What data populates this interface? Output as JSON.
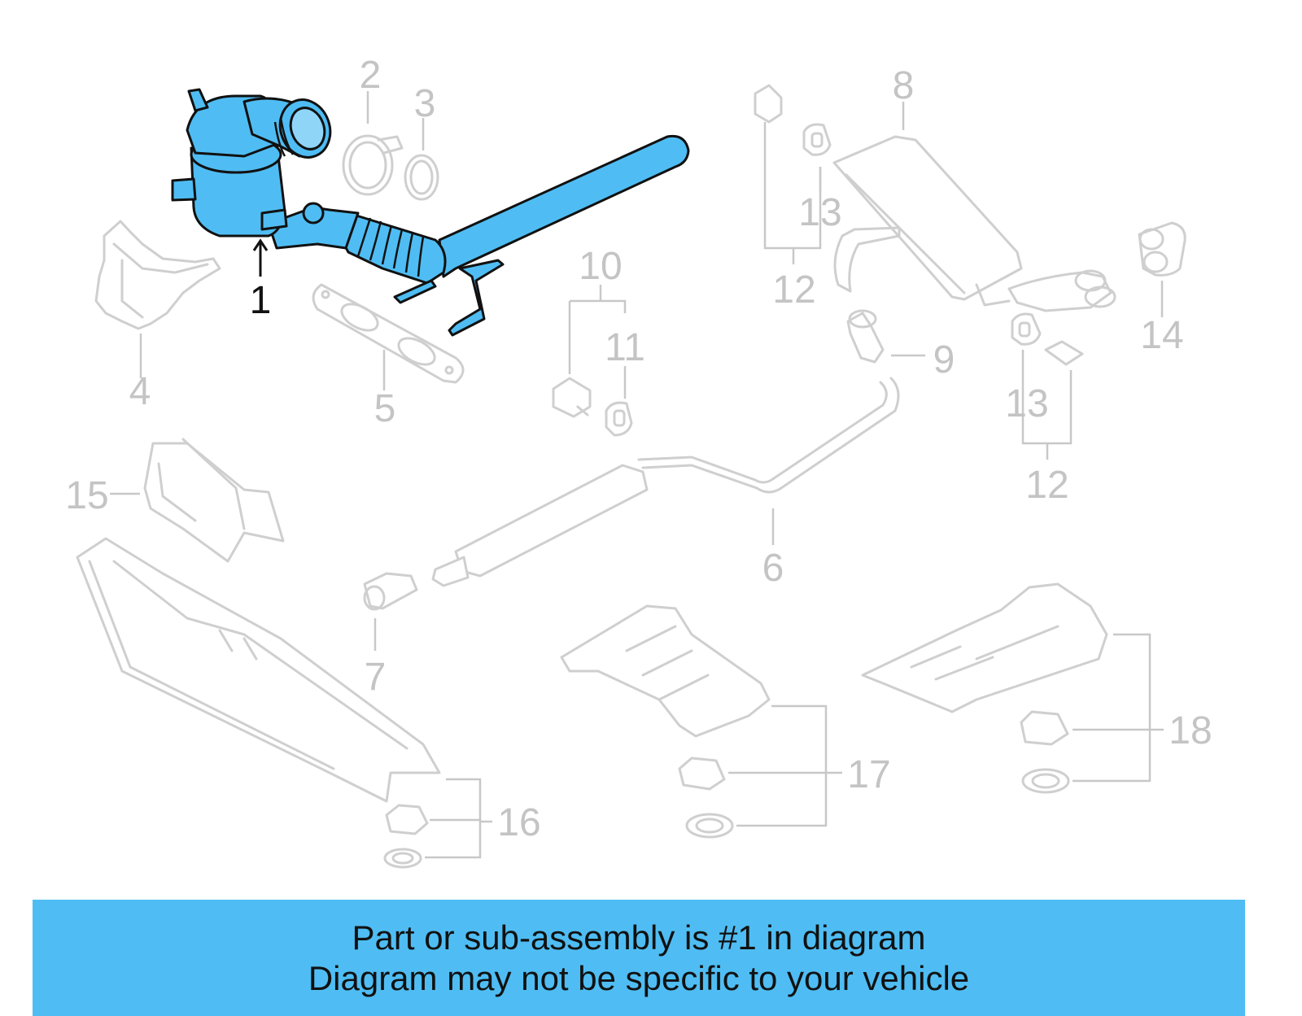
{
  "callouts": [
    {
      "id": "1",
      "label": "1"
    },
    {
      "id": "2",
      "label": "2"
    },
    {
      "id": "3",
      "label": "3"
    },
    {
      "id": "4",
      "label": "4"
    },
    {
      "id": "5",
      "label": "5"
    },
    {
      "id": "6",
      "label": "6"
    },
    {
      "id": "7",
      "label": "7"
    },
    {
      "id": "8",
      "label": "8"
    },
    {
      "id": "9",
      "label": "9"
    },
    {
      "id": "10",
      "label": "10"
    },
    {
      "id": "11",
      "label": "11"
    },
    {
      "id": "12a",
      "label": "12"
    },
    {
      "id": "12b",
      "label": "12"
    },
    {
      "id": "13a",
      "label": "13"
    },
    {
      "id": "13b",
      "label": "13"
    },
    {
      "id": "14",
      "label": "14"
    },
    {
      "id": "15",
      "label": "15"
    },
    {
      "id": "16",
      "label": "16"
    },
    {
      "id": "17",
      "label": "17"
    },
    {
      "id": "18",
      "label": "18"
    }
  ],
  "highlight_part": "1",
  "colors": {
    "highlight": "#4fbdf3",
    "ghost": "#cfcfcf",
    "banner": "#4fbdf3"
  },
  "banner": {
    "line1": "Part or sub-assembly is #1 in diagram",
    "line2": "Diagram may not be specific to your vehicle"
  }
}
